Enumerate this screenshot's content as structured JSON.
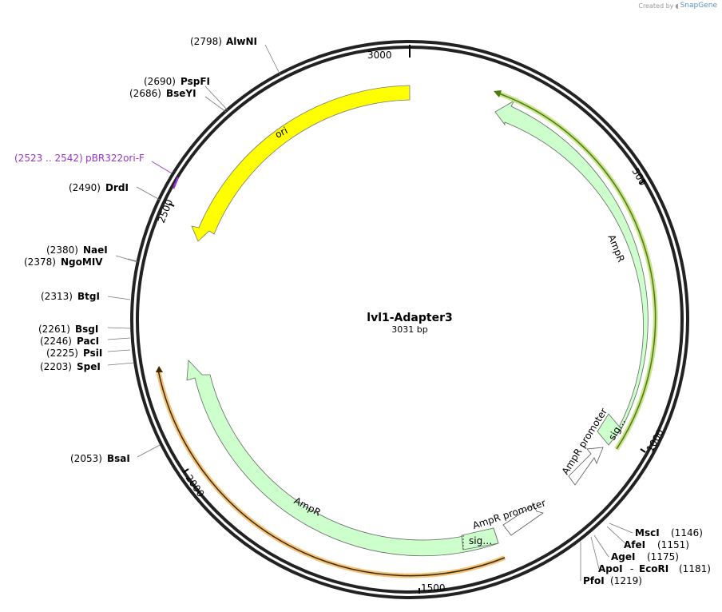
{
  "credit": {
    "created_by": "Created by",
    "brand": "SnapGene"
  },
  "plasmid": {
    "name": "lvl1-Adapter3",
    "length_label": "3031 bp"
  },
  "ticks": [
    "3000",
    "500",
    "1000",
    "1500",
    "2000",
    "2500"
  ],
  "features": {
    "ori": "ori",
    "ampr_top": "AmpR",
    "ampr_bottom": "AmpR",
    "promoter_right": "AmpR promoter",
    "promoter_bottom": "AmpR promoter",
    "sig_right": "sig…",
    "sig_bottom": "sig…"
  },
  "primer": {
    "pos": "(2523 .. 2542)",
    "name": "pBR322ori-F"
  },
  "sites_left": [
    {
      "pos": "(2798)",
      "name": "AlwNI"
    },
    {
      "pos": "(2690)",
      "name": "PspFI"
    },
    {
      "pos": "(2686)",
      "name": "BseYI"
    },
    {
      "pos": "(2490)",
      "name": "DrdI"
    },
    {
      "pos": "(2380)",
      "name": "NaeI"
    },
    {
      "pos": "(2378)",
      "name": "NgoMIV"
    },
    {
      "pos": "(2313)",
      "name": "BtgI"
    },
    {
      "pos": "(2261)",
      "name": "BsgI"
    },
    {
      "pos": "(2246)",
      "name": "PacI"
    },
    {
      "pos": "(2225)",
      "name": "PsiI"
    },
    {
      "pos": "(2203)",
      "name": "SpeI"
    },
    {
      "pos": "(2053)",
      "name": "BsaI"
    }
  ],
  "sites_right": [
    {
      "name": "MscI",
      "pos": "(1146)"
    },
    {
      "name": "AfeI",
      "pos": "(1151)"
    },
    {
      "name": "AgeI",
      "pos": "(1175)"
    },
    {
      "name": "ApoI",
      "sep": "-",
      "name2": "EcoRI",
      "pos": "(1181)"
    },
    {
      "name": "PfoI",
      "pos": "(1219)"
    }
  ],
  "colors": {
    "ori": "#ffff00",
    "ampr": "#ccffcc",
    "primer": "#9a32cd",
    "orf_top": "#c8e38a",
    "orf_bottom": "#f4c27a"
  }
}
